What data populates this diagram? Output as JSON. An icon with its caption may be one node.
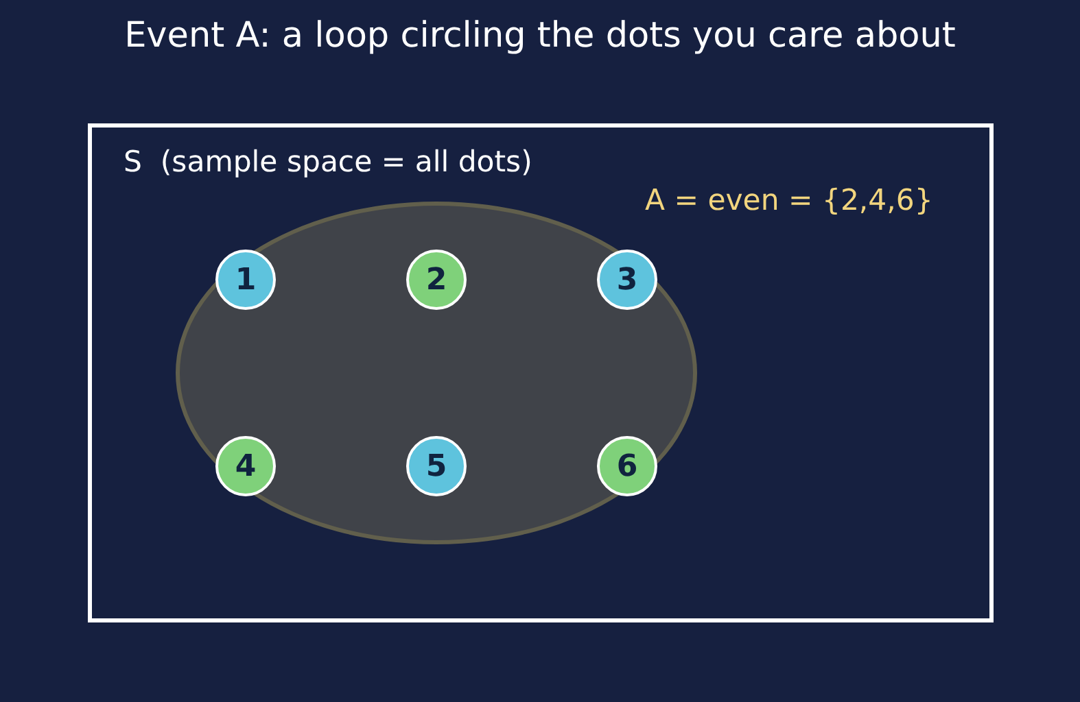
{
  "diagram": {
    "title": "Event A: a loop circling the dots you care about",
    "nodes": [
      {
        "text": [
          "S  (sample space = all dots)"
        ]
      },
      {
        "text": [],
        "shape": "ellipse",
        "in": 0,
        "beside": [
          "A = even = {2,4,6}"
        ]
      },
      {
        "text": [
          "1"
        ],
        "in": 1
      },
      {
        "text": [
          "2"
        ],
        "in": 1
      },
      {
        "text": [
          "3"
        ],
        "in": 1
      },
      {
        "text": [
          "4"
        ],
        "in": 1
      },
      {
        "text": [
          "5"
        ],
        "in": 1
      },
      {
        "text": [
          "6"
        ],
        "in": 1
      }
    ]
  }
}
